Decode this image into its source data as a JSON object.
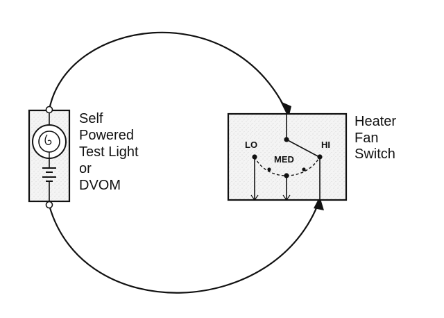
{
  "test_device": {
    "label_lines": [
      "Self",
      "Powered",
      "Test Light",
      "or",
      "DVOM"
    ]
  },
  "switch": {
    "label_lines": [
      "Heater",
      "Fan",
      "Switch"
    ],
    "positions": {
      "lo": "LO",
      "med": "MED",
      "hi": "HI"
    }
  },
  "colors": {
    "ink": "#111111",
    "box_fill": "#efefef",
    "background": "#ffffff"
  },
  "icons": [
    "bulb-icon",
    "battery-icon",
    "arrowhead-icon"
  ]
}
